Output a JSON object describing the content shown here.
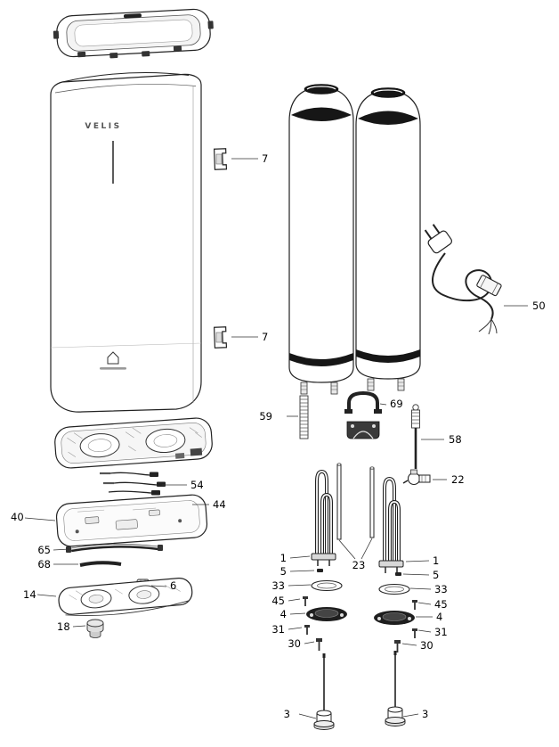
{
  "diagram": {
    "brand_logo": "VELIS",
    "labels": {
      "bracket_upper": "7",
      "bracket_lower": "7",
      "cord": "50",
      "anode_59": "59",
      "clamp_69": "69",
      "anode_58": "58",
      "valve_22": "22",
      "wires_54": "54",
      "screws_44": "44",
      "back_panel_40": "40",
      "strip_65": "65",
      "strip_68": "68",
      "clip_6": "6",
      "bottom_cover_14": "14",
      "knob_18": "18",
      "tubes_23": "23",
      "element_left_1": "1",
      "element_right_1": "1",
      "nut_left_5": "5",
      "nut_right_5": "5",
      "gasket_left_33": "33",
      "gasket_right_33": "33",
      "screw_left_45": "45",
      "screw_right_45": "45",
      "flange_left_4": "4",
      "flange_right_4": "4",
      "screw_left_31": "31",
      "screw_right_31": "31",
      "screw_left_30": "30",
      "screw_right_30": "30",
      "rod_left_3": "3",
      "rod_right_3": "3"
    }
  }
}
